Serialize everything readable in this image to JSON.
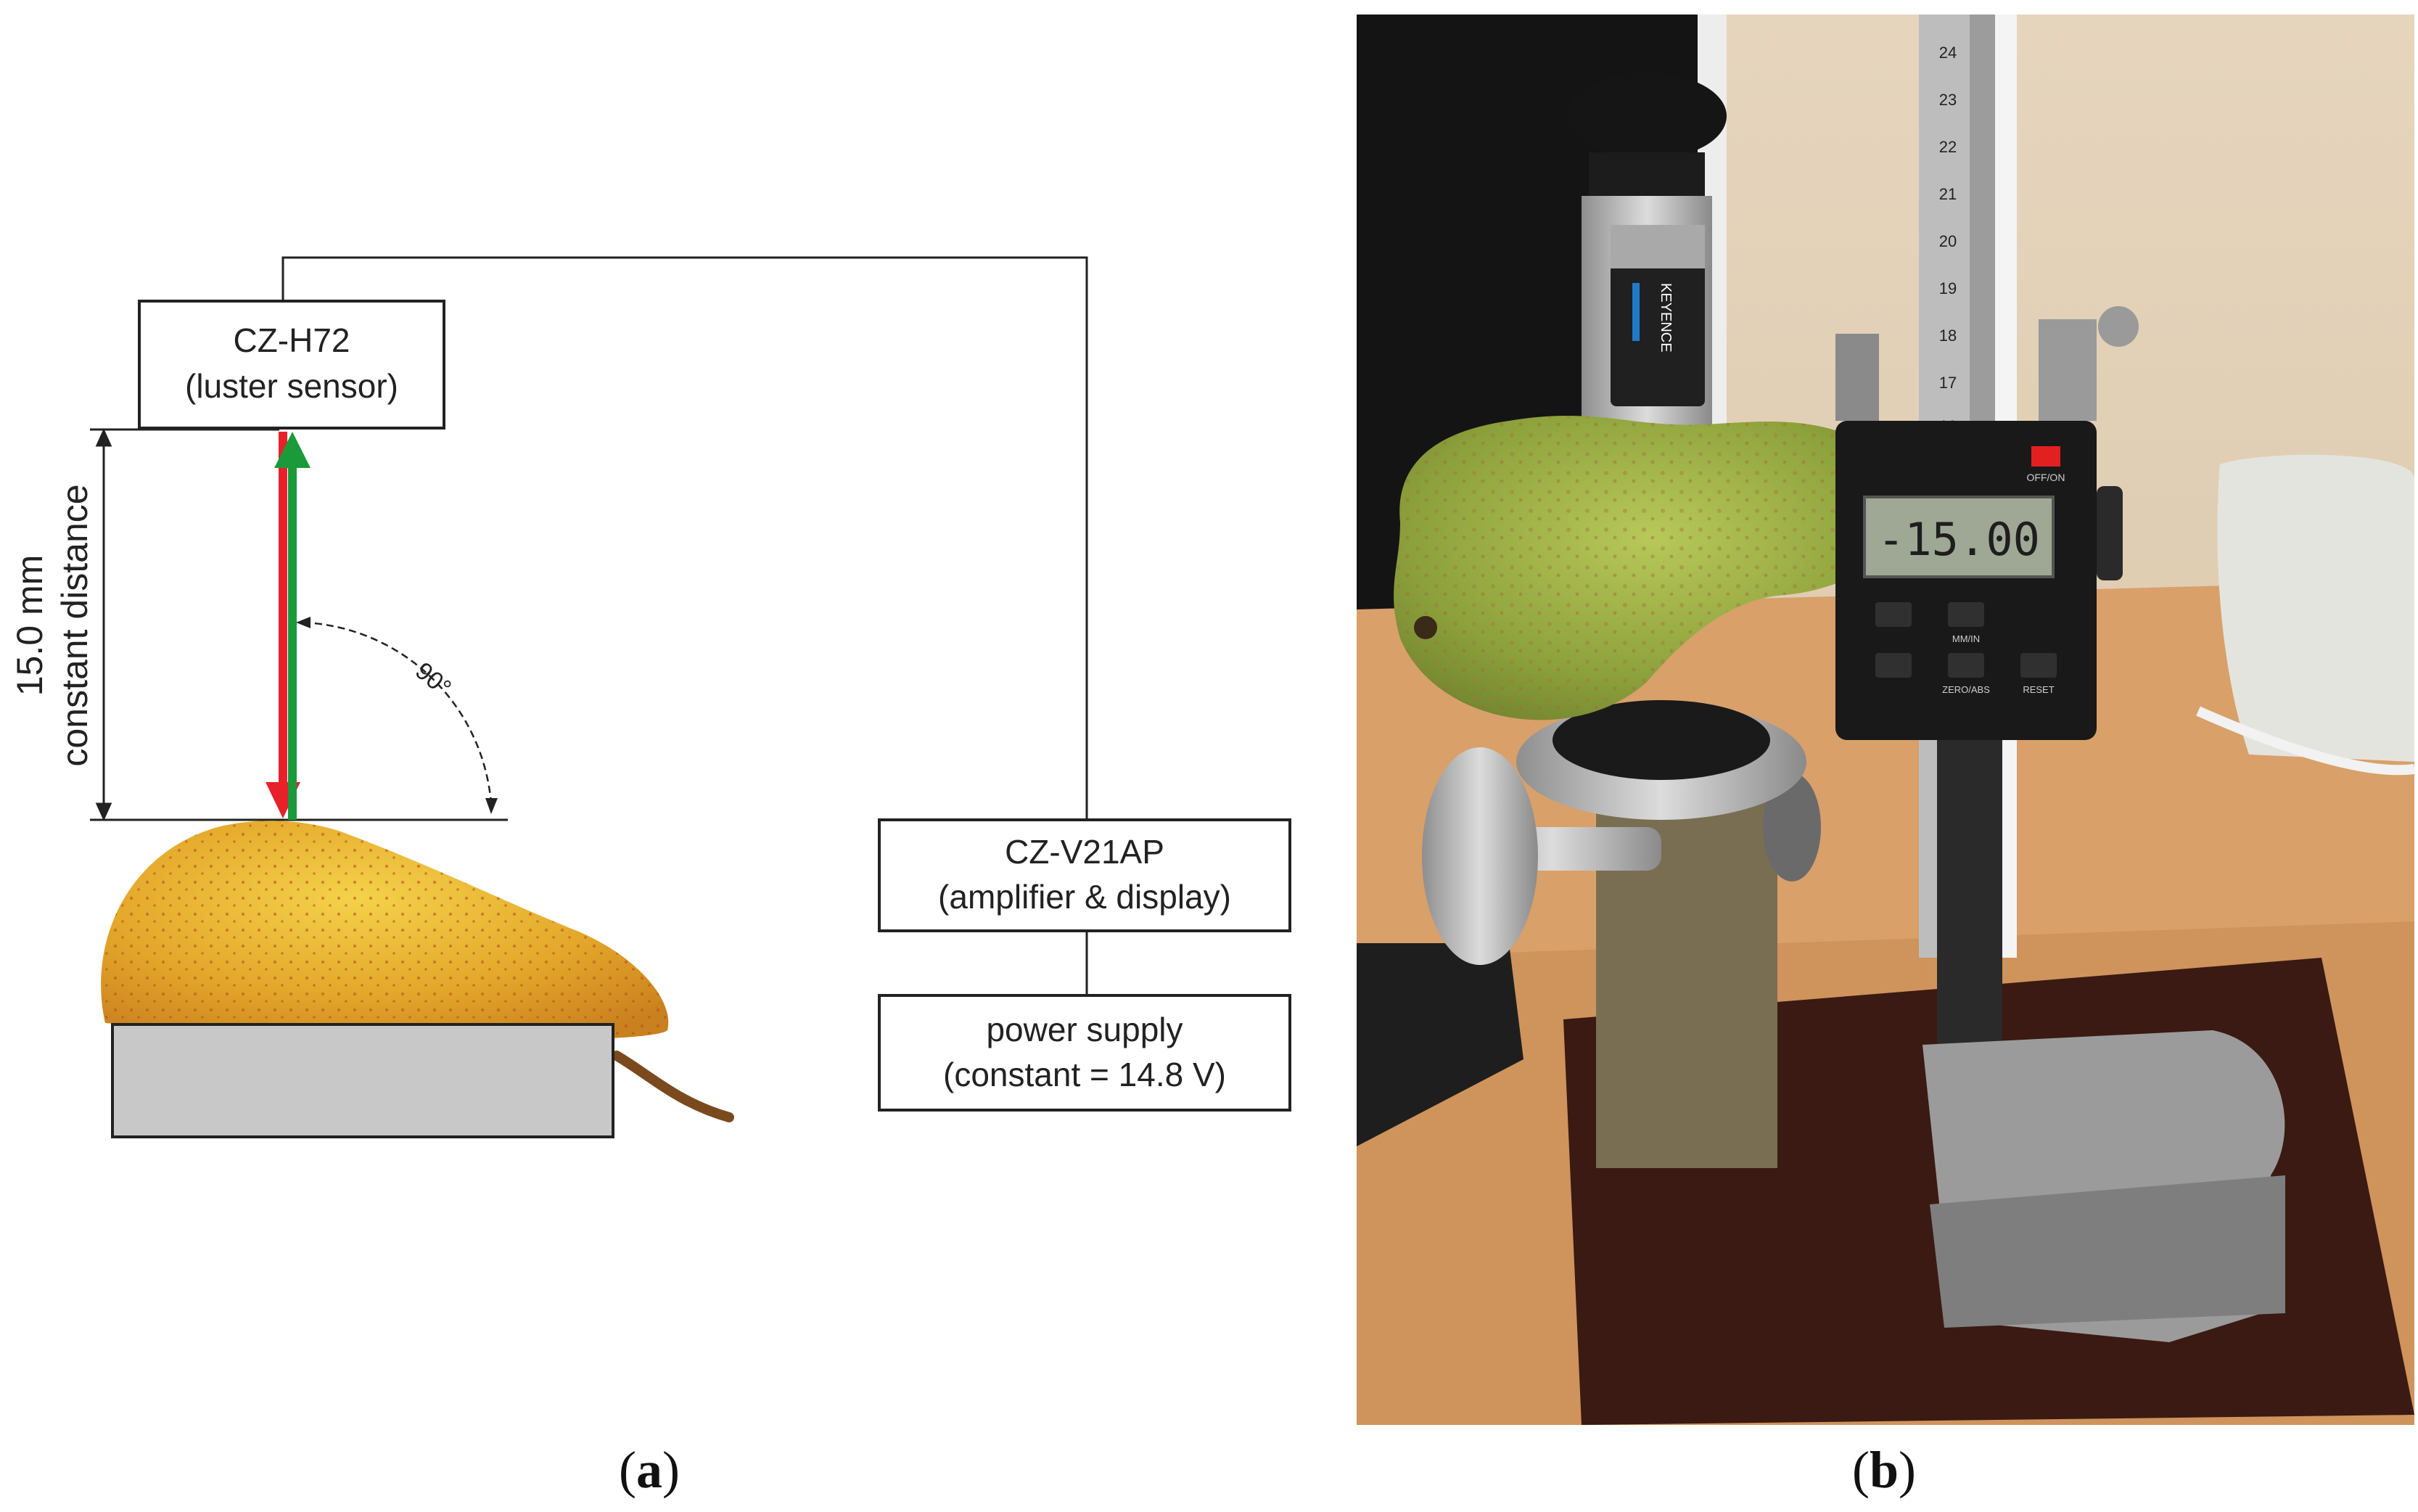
{
  "panel_a": {
    "sensor_box": {
      "line1": "CZ-H72",
      "line2": "(luster sensor)"
    },
    "amplifier_box": {
      "line1": "CZ-V21AP",
      "line2": "(amplifier & display)"
    },
    "power_box": {
      "line1": "power supply",
      "line2": "(constant = 14.8 V)"
    },
    "distance_label": {
      "line1": "15.0 mm",
      "line2": "constant distance"
    },
    "angle_label": "90°",
    "caption": {
      "open": "(",
      "letter": "a",
      "close": ")"
    }
  },
  "panel_b": {
    "gauge_scale": [
      "24",
      "23",
      "22",
      "21",
      "20",
      "19",
      "18",
      "17",
      "16"
    ],
    "display_reading": "-15.00",
    "sensor_brand": "KEYENCE",
    "button_labels": [
      "OFF/ON",
      "MM/IN",
      "ZERO/ABS",
      "RESET"
    ],
    "caption": {
      "open": "(",
      "letter": "b",
      "close": ")"
    }
  },
  "colors": {
    "emitted_beam": "#e8202a",
    "reflected_beam": "#1a9a3a",
    "box_stroke": "#222222",
    "platform": "#c8c8c8",
    "pear_a": "#e8b62a",
    "pear_b": "#8aa83a"
  }
}
